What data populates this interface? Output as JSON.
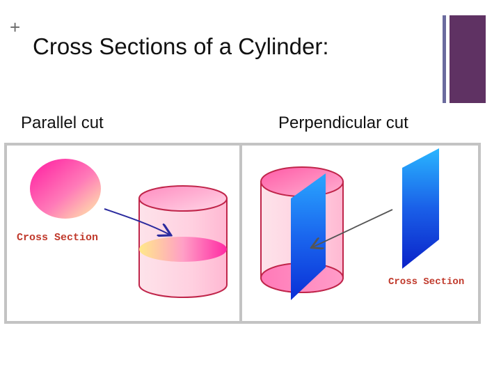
{
  "slide": {
    "plus_sign": "+",
    "title": "Cross Sections of a Cylinder:",
    "left_heading": "Parallel cut",
    "right_heading": "Perpendicular cut"
  },
  "diagrams": {
    "parallel": {
      "label": "Cross Section"
    },
    "perpendicular": {
      "label": "Cross Section"
    }
  },
  "colors": {
    "accent_dark": "#5f3263",
    "accent_thin": "#6b6b9e",
    "frame_border": "#c3c3c3",
    "label_red": "#c0392b",
    "arrow_left": "#2b2b9e",
    "arrow_right": "#555555"
  }
}
